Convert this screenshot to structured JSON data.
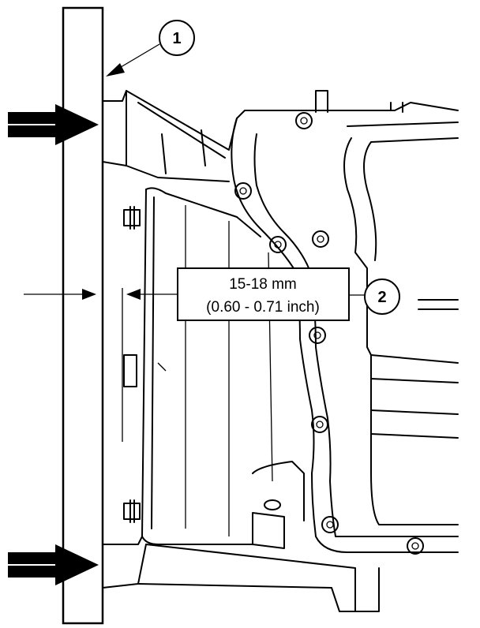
{
  "callouts": [
    {
      "id": "1"
    },
    {
      "id": "2"
    }
  ],
  "measurement": {
    "line1": "15-18 mm",
    "line2": "(0.60 - 0.71 inch)"
  },
  "colors": {
    "ink": "#000000",
    "paper": "#ffffff"
  }
}
